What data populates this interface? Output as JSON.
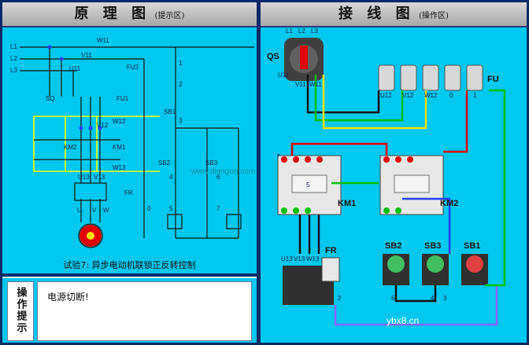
{
  "schematic_panel": {
    "title": "原 理 图",
    "title_hint": "(提示区)",
    "caption": "试验7: 异步电动机联锁正反转控制",
    "labels": {
      "L1": "L1",
      "L2": "L2",
      "L3": "L3",
      "U11": "U11",
      "V11": "V11",
      "W11": "W11",
      "FU2": "FU2",
      "FU1": "FU1",
      "SQ": "SQ",
      "V12": "V12",
      "W12": "W12",
      "KM2": "KM2",
      "KM1": "KM1",
      "W13": "W13",
      "U13": "U13",
      "V13": "V13",
      "FR": "FR",
      "U": "U",
      "V": "V",
      "W": "W",
      "n0": "0",
      "n1": "1",
      "n2": "2",
      "n3": "3",
      "n4": "4",
      "n5": "5",
      "n6": "6",
      "n7": "7",
      "SB1": "SB1",
      "SB2": "SB2",
      "SB3": "SB3",
      "watermark": "www.diangon.com"
    }
  },
  "tips_panel": {
    "label": "操作提示",
    "message": "电源切断!"
  },
  "wiring_panel": {
    "title": "接 线 图",
    "title_hint": "(操作区)",
    "labels": {
      "QS": "QS",
      "L1": "L1",
      "L2": "L2",
      "L3": "L3",
      "U11": "U11",
      "V11": "V11",
      "W11": "W11",
      "FU": "FU",
      "U12": "U12",
      "V12": "V12",
      "W12": "W12",
      "n0": "0",
      "n1": "1",
      "n2": "2",
      "n3": "3",
      "n4": "4",
      "n5": "5",
      "n6": "6",
      "n7": "7",
      "KM1": "KM1",
      "KM2": "KM2",
      "U13": "U13",
      "V13": "V13",
      "W13": "W13",
      "FR": "FR",
      "SB1": "SB1",
      "SB2": "SB2",
      "SB3": "SB3",
      "site": "ybx8.cn"
    }
  },
  "colors": {
    "panel_bg": "#00c8ee",
    "border": "#0a2a6a",
    "wire_black": "#101010",
    "wire_green": "#00c000",
    "wire_red": "#e00000",
    "wire_yellow": "#ffe000",
    "wire_blue": "#2040ff",
    "wire_purple": "#9060ff"
  }
}
